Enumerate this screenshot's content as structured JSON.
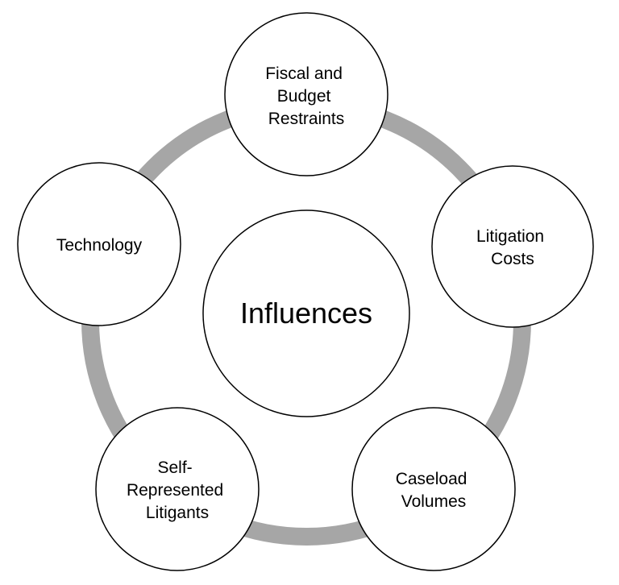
{
  "diagram": {
    "center": {
      "label": "Influences"
    },
    "nodes": [
      {
        "lines": [
          "Fiscal and",
          "Budget",
          "Restraints"
        ]
      },
      {
        "lines": [
          "Litigation",
          "Costs"
        ]
      },
      {
        "lines": [
          "Caseload",
          "Volumes"
        ]
      },
      {
        "lines": [
          "Self-",
          "Represented",
          "Litigants"
        ]
      },
      {
        "lines": [
          "Technology"
        ]
      }
    ],
    "colors": {
      "ring": "#a6a6a6",
      "stroke": "#000000",
      "fill": "#ffffff"
    }
  }
}
